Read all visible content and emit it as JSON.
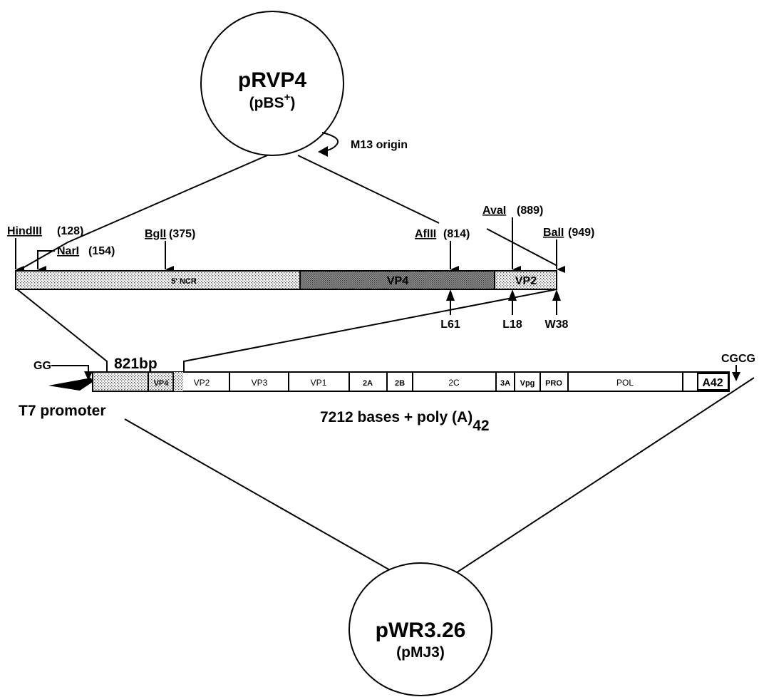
{
  "plasmids": {
    "top": {
      "name": "pRVP4",
      "sub_main": "(pBS",
      "sub_sup": "+",
      "sub_close": ")"
    },
    "bottom": {
      "name": "pWR3.26",
      "sub": "(pMJ3)"
    }
  },
  "m13_origin": "M13 origin",
  "restriction_sites": [
    {
      "enzyme": "HindIII",
      "pos": "(128)"
    },
    {
      "enzyme": "NarI",
      "pos": "(154)"
    },
    {
      "enzyme": "BglI",
      "pos": "(375)"
    },
    {
      "enzyme": "AflII",
      "pos": "(814)"
    },
    {
      "enzyme": "AvaI",
      "pos": "(889)"
    },
    {
      "enzyme": "BalI",
      "pos": "(949)"
    }
  ],
  "insert_regions": [
    "5' NCR",
    "VP4",
    "VP2"
  ],
  "mutations": [
    "L61",
    "L18",
    "W38"
  ],
  "fragment_label": "821bp",
  "gg_label": "GG",
  "cgcg_label": "CGCG",
  "t7_promoter": "T7 promoter",
  "genome_label": {
    "main": "7212 bases + poly (A)",
    "sub": "42"
  },
  "genome_segments": [
    "VP4",
    "VP2",
    "VP3",
    "VP1",
    "2A",
    "2B",
    "2C",
    "3A",
    "Vpg",
    "PRO",
    "POL",
    "A42"
  ],
  "colors": {
    "stipple_light": "#c8c8c8",
    "stipple_dark": "#8a8a8a",
    "ink": "#000000"
  }
}
